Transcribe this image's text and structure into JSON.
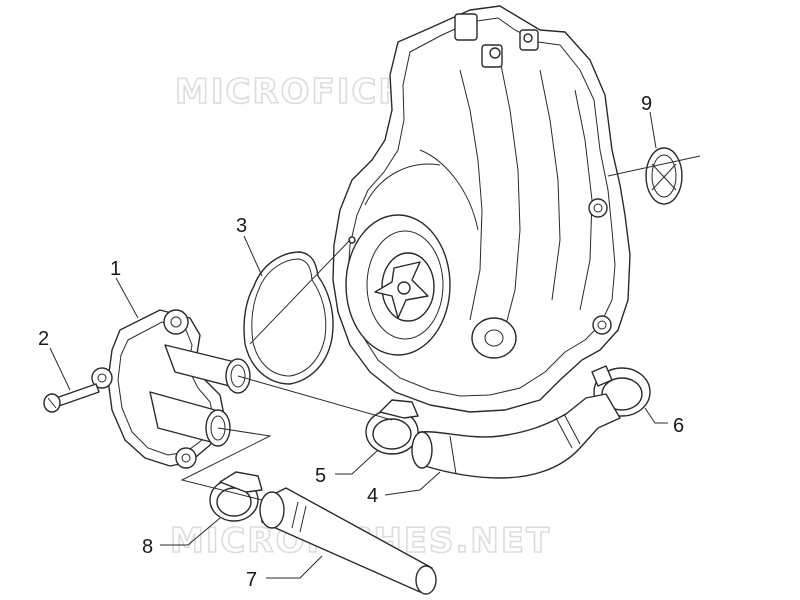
{
  "watermark_text": "MICROFICHES.NET",
  "part_labels": {
    "p1": "1",
    "p2": "2",
    "p3": "3",
    "p4": "4",
    "p5": "5",
    "p6": "6",
    "p7": "7",
    "p8": "8",
    "p9": "9"
  },
  "colors": {
    "line": "#2a2a2a",
    "watermark_outline": "#dcdcdc",
    "background": "#ffffff"
  }
}
